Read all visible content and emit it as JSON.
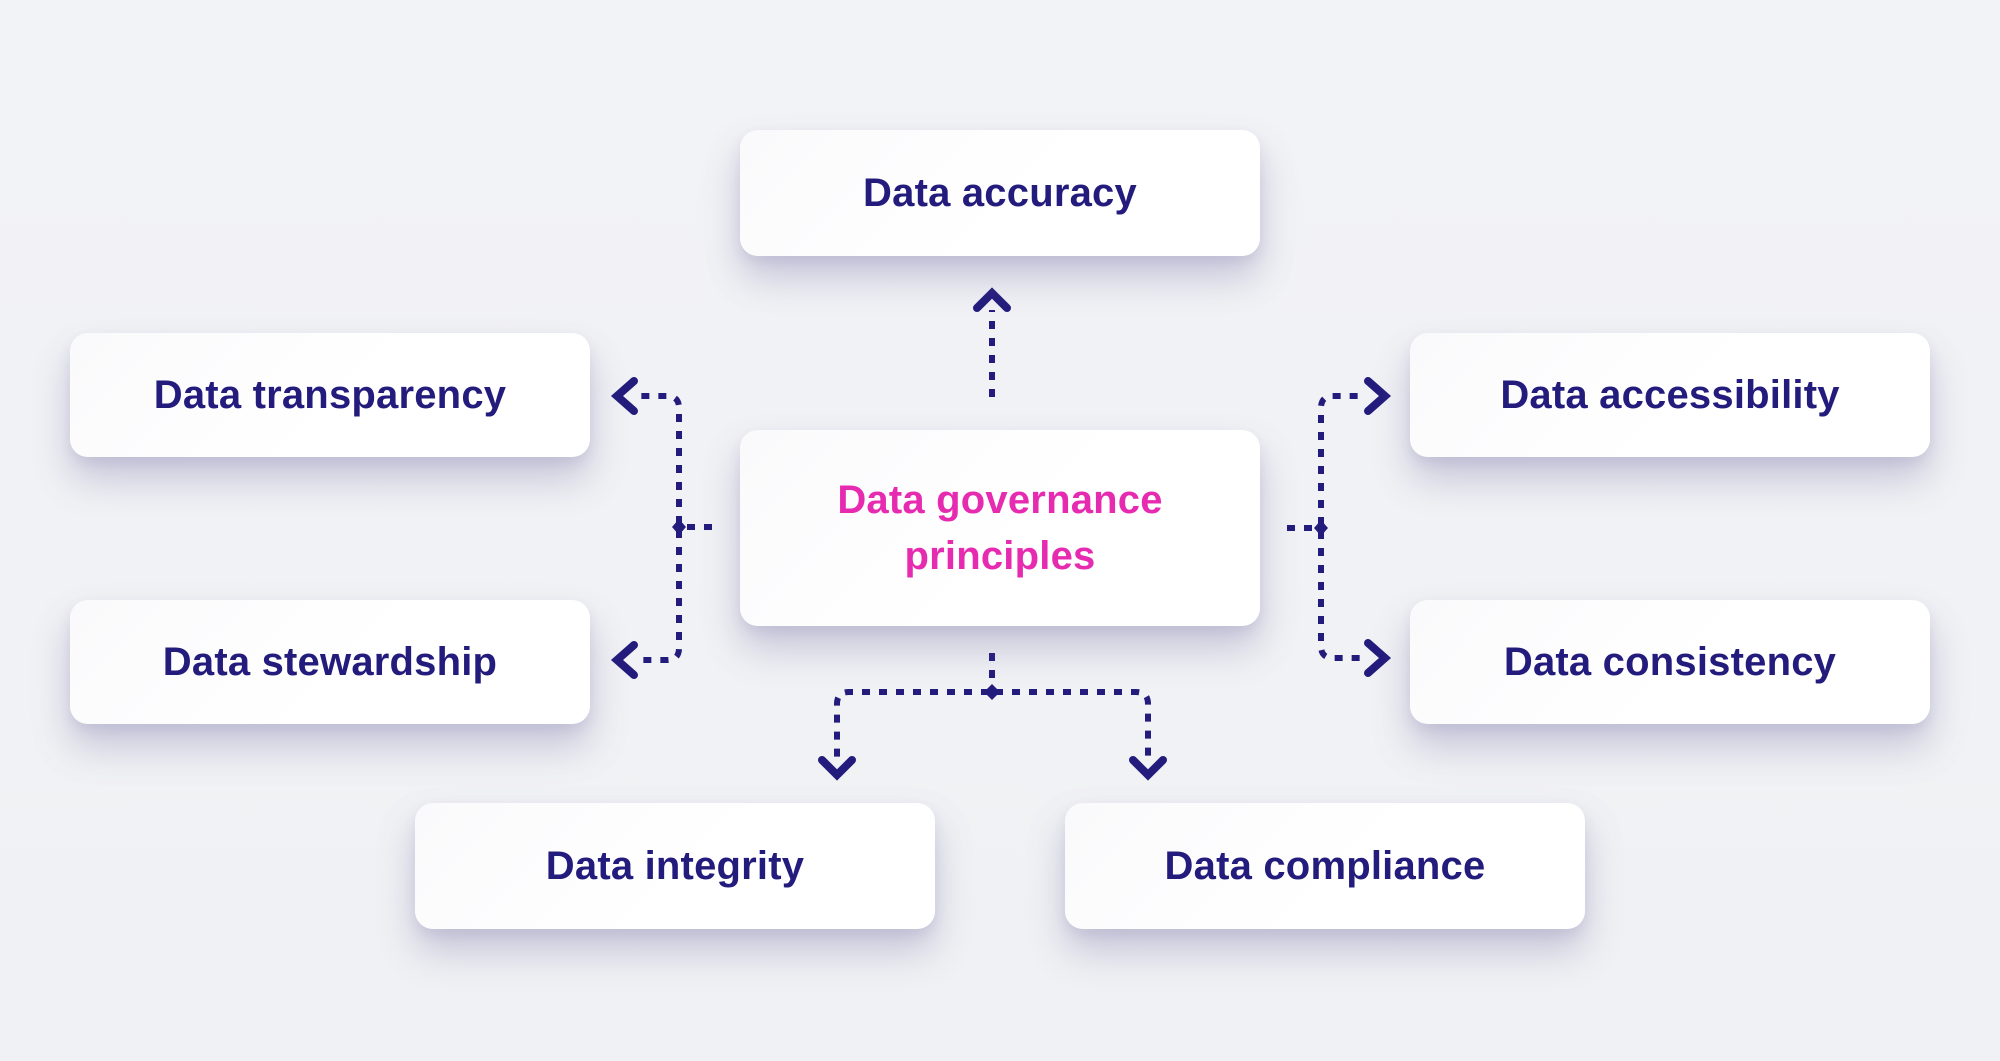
{
  "diagram": {
    "type": "hub-and-spoke",
    "center_node": {
      "id": "data-governance-principles",
      "label": "Data governance principles",
      "text_color": "#E72BB1"
    },
    "nodes": {
      "top": {
        "id": "data-accuracy",
        "label": "Data accuracy"
      },
      "left_top": {
        "id": "data-transparency",
        "label": "Data transparency"
      },
      "left_bottom": {
        "id": "data-stewardship",
        "label": "Data stewardship"
      },
      "right_top": {
        "id": "data-accessibility",
        "label": "Data accessibility"
      },
      "right_bottom": {
        "id": "data-consistency",
        "label": "Data consistency"
      },
      "bottom_left": {
        "id": "data-integrity",
        "label": "Data integrity"
      },
      "bottom_right": {
        "id": "data-compliance",
        "label": "Data compliance"
      }
    },
    "edges": [
      {
        "from": "Data governance principles",
        "to": "Data accuracy",
        "style": "dotted",
        "arrowhead": "open-chevron"
      },
      {
        "from": "Data governance principles",
        "to": "Data transparency",
        "style": "dotted",
        "arrowhead": "open-chevron"
      },
      {
        "from": "Data governance principles",
        "to": "Data stewardship",
        "style": "dotted",
        "arrowhead": "open-chevron"
      },
      {
        "from": "Data governance principles",
        "to": "Data accessibility",
        "style": "dotted",
        "arrowhead": "open-chevron"
      },
      {
        "from": "Data governance principles",
        "to": "Data consistency",
        "style": "dotted",
        "arrowhead": "open-chevron"
      },
      {
        "from": "Data governance principles",
        "to": "Data integrity",
        "style": "dotted",
        "arrowhead": "open-chevron"
      },
      {
        "from": "Data governance principles",
        "to": "Data compliance",
        "style": "dotted",
        "arrowhead": "open-chevron"
      }
    ],
    "style": {
      "background": "#F2F3F5",
      "node_fill": "#FFFFFF",
      "node_text_color": "#241C7C",
      "center_text_color": "#E72BB1",
      "connector_color": "#241C7C",
      "shadow_color": "rgba(98,92,152,0.30)"
    }
  }
}
